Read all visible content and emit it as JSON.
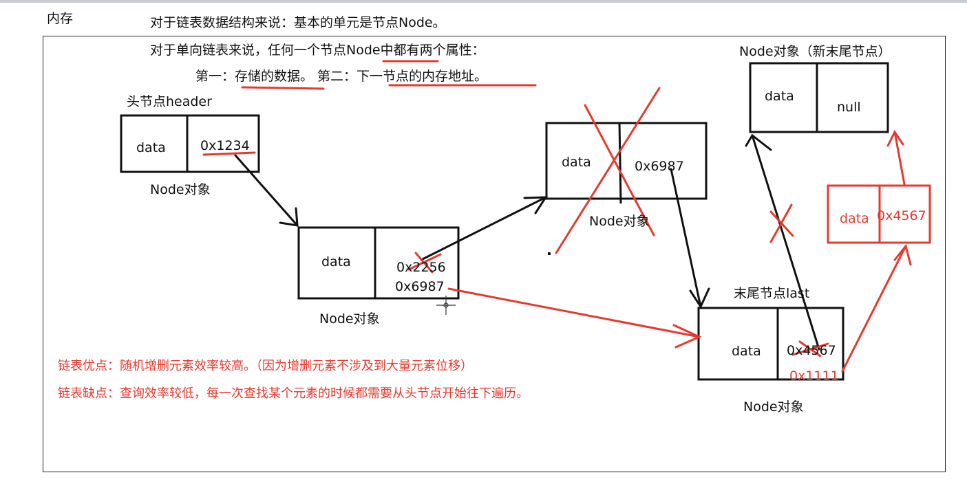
{
  "title": "内存",
  "intro": {
    "line1": "对于链表数据结构来说：基本的单元是节点Node。",
    "line2": "对于单向链表来说，任何一个节点Node中都有两个属性：",
    "line3": "第一：存储的数据。 第二：下一节点的内存地址。"
  },
  "header_node": {
    "label": "头节点header",
    "data": "data",
    "next": "0x1234",
    "caption": "Node对象"
  },
  "node_2": {
    "data": "data",
    "old_next": "0x2256",
    "new_next": "0x6987",
    "caption": "Node对象"
  },
  "node_deleted": {
    "data": "data",
    "next": "0x6987",
    "caption": "Node对象"
  },
  "last_node": {
    "label": "末尾节点last",
    "data": "data",
    "old_next": "0x4567",
    "new_next": "0x1111",
    "caption": "Node对象"
  },
  "new_tail_node": {
    "label": "Node对象（新末尾节点）",
    "data": "data",
    "next": "null"
  },
  "inserted_node": {
    "data": "data",
    "next": "0x4567"
  },
  "notes": {
    "pros": "链表优点：随机增删元素效率较高。（因为增删元素不涉及到大量元素位移）",
    "cons": "链表缺点：查询效率较低，每一次查找某个元素的时候都需要从头节点开始往下遍历。"
  },
  "colors": {
    "annotation_red": "#e8382d",
    "box_black": "#111111",
    "frame": "#222222"
  }
}
